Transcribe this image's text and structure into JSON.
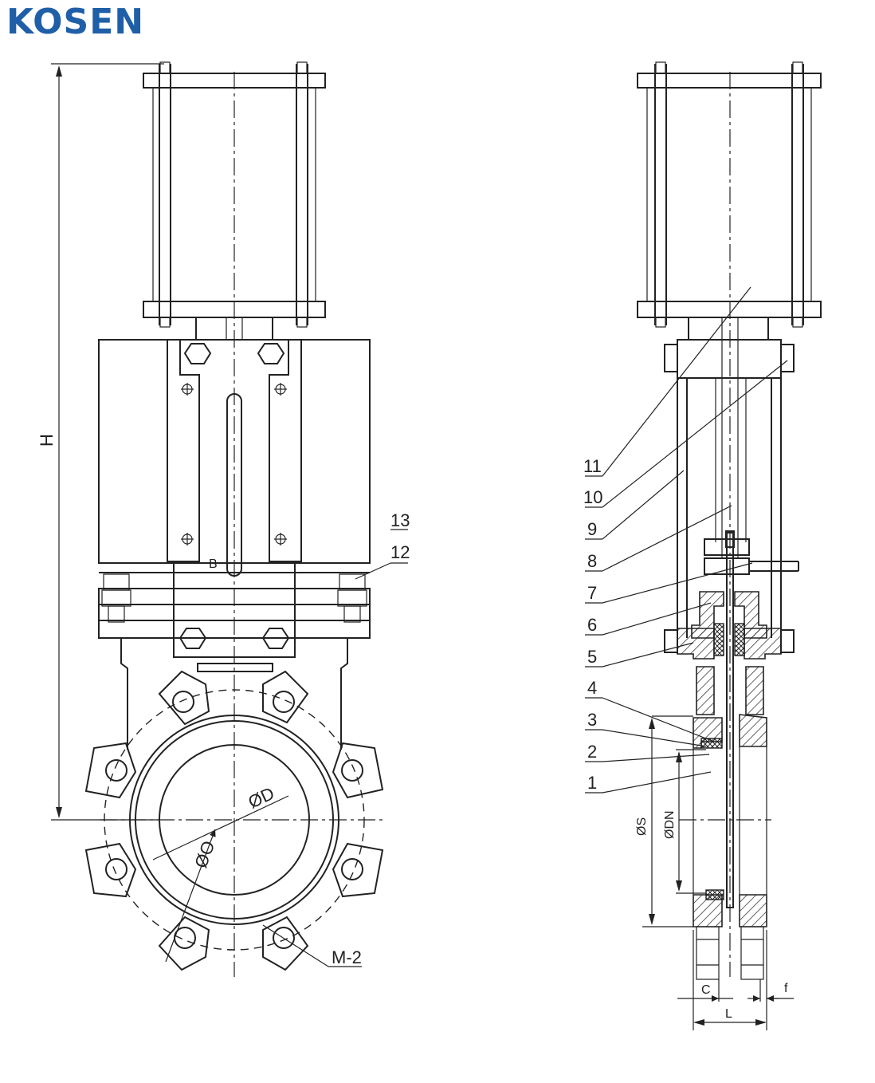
{
  "brand": {
    "name": "KOSEN",
    "color": "#1f5fa8"
  },
  "dimensions": {
    "H": "H",
    "B": "B",
    "phiD": "ØD",
    "phiO": "ØO",
    "M": "M-2",
    "phiS": "ØS",
    "phiDN": "ØDN",
    "C": "C",
    "f": "f",
    "L": "L"
  },
  "part_numbers": [
    "1",
    "2",
    "3",
    "4",
    "5",
    "6",
    "7",
    "8",
    "9",
    "10",
    "11",
    "12",
    "13"
  ]
}
